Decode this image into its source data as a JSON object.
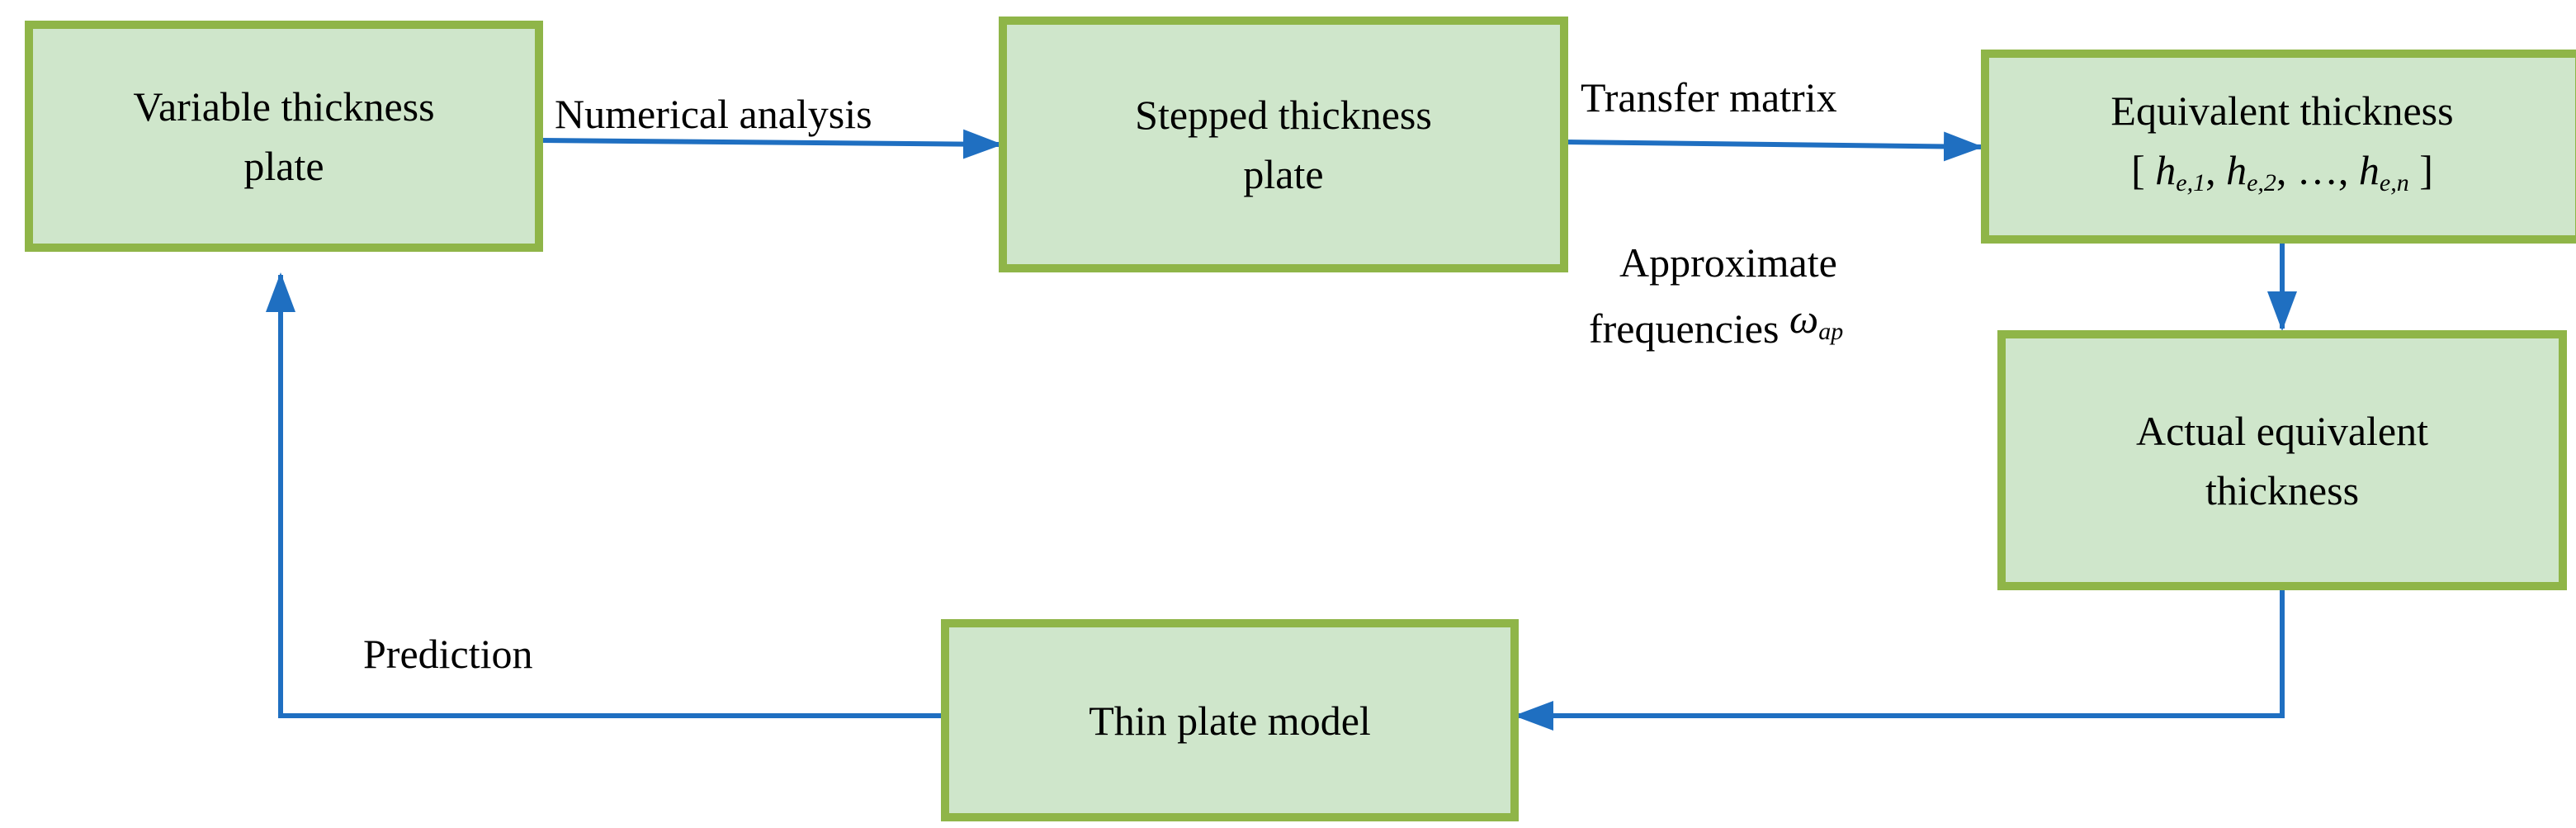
{
  "nodes": {
    "variable": {
      "line1": "Variable thickness",
      "line2": "plate"
    },
    "stepped": {
      "line1": "Stepped thickness",
      "line2": "plate"
    },
    "equivalent": {
      "line1": "Equivalent thickness"
    },
    "actual": {
      "line1": "Actual equivalent",
      "line2": "thickness"
    },
    "thin": {
      "line1": "Thin plate model"
    }
  },
  "equivalent_vector": {
    "open": "[",
    "h": "h",
    "sub1": "e,1",
    "sub2": "e,2",
    "ellipsis": "…",
    "subn": "e,n",
    "close": "]",
    "sep": ","
  },
  "edges": {
    "numerical": "Numerical analysis",
    "transfer": "Transfer matrix",
    "approx_line1": "Approximate",
    "approx_line2": "frequencies",
    "omega": "ω",
    "omega_sub": "ap",
    "prediction": "Prediction"
  },
  "colors": {
    "box_fill": "#cfe6cb",
    "box_border": "#8fb548",
    "arrow": "#1f6fc1"
  }
}
